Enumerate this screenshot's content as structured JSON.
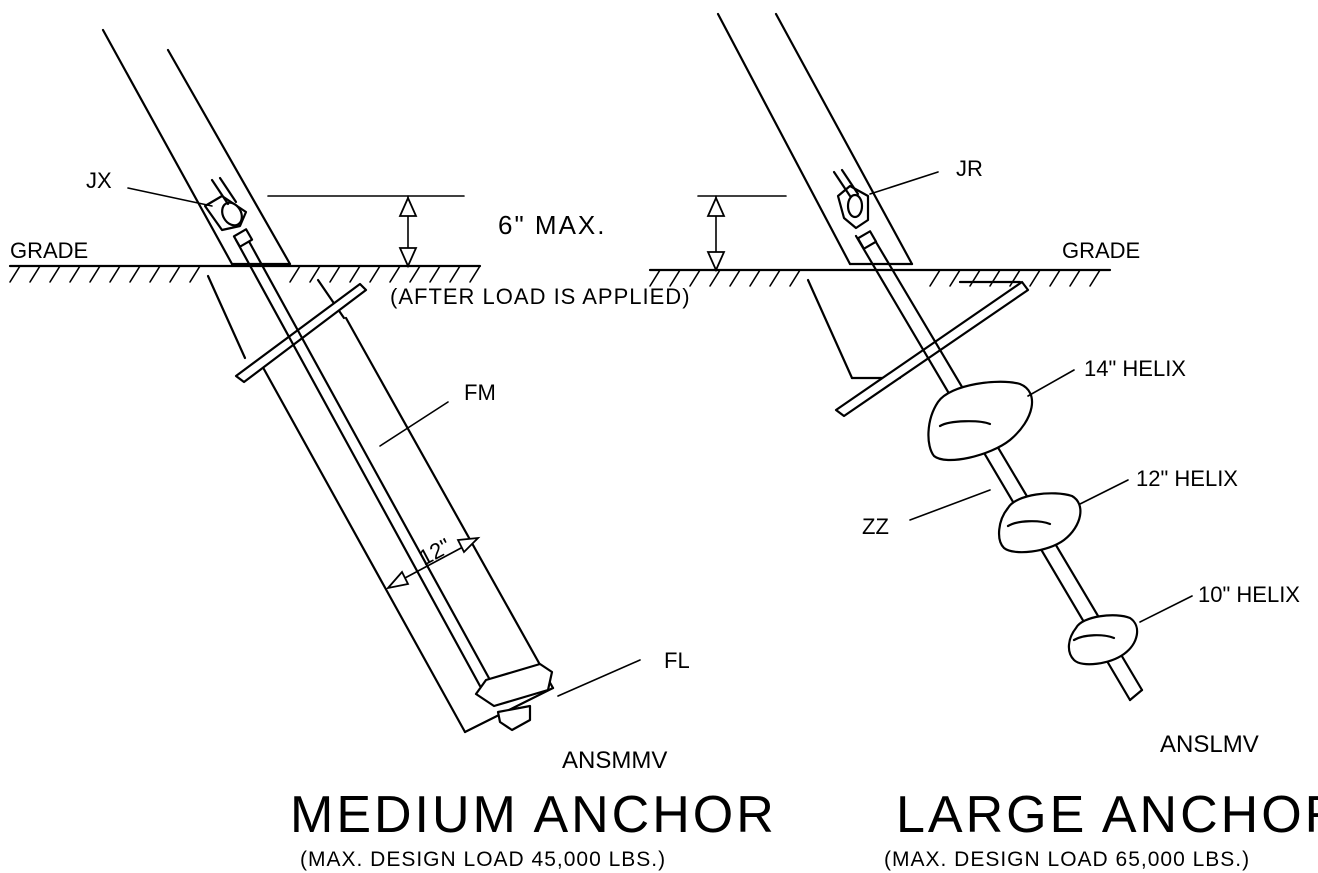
{
  "medium": {
    "grade_label": "GRADE",
    "attach_label": "JX",
    "rod_label": "FM",
    "dimension_label": "12\"",
    "tip_label": "FL",
    "part_number": "ANSMMV",
    "title": "MEDIUM ANCHOR",
    "subtitle": "(MAX. DESIGN LOAD 45,000 LBS.)"
  },
  "large": {
    "grade_label": "GRADE",
    "attach_label": "JR",
    "rod_label": "ZZ",
    "helix_labels": [
      "14\" HELIX",
      "12\" HELIX",
      "10\" HELIX"
    ],
    "part_number": "ANSLMV",
    "title": "LARGE ANCHOR",
    "subtitle": "(MAX. DESIGN LOAD 65,000 LBS.)"
  },
  "shared": {
    "max_height_label": "6\" MAX.",
    "note": "(AFTER LOAD IS APPLIED)"
  }
}
